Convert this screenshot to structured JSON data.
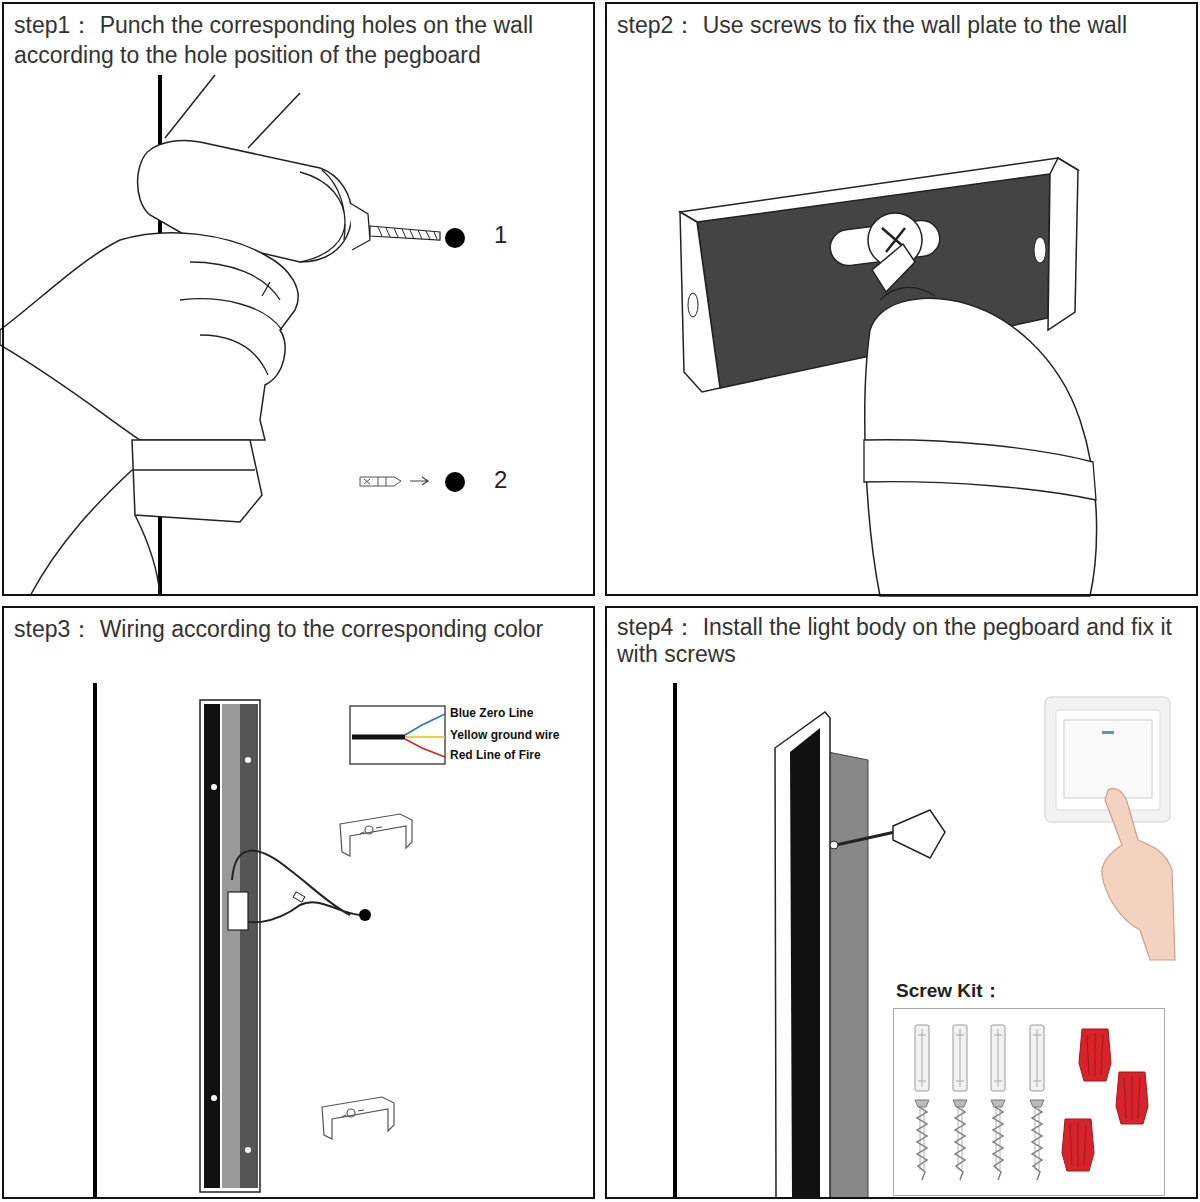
{
  "diagram": {
    "nodes": [
      {
        "text": [
          "step1： Punch the corresponding holes on the wall according to the hole position of the pegboard"
        ]
      },
      {
        "text": [
          "step2： Use screws to fix the wall plate to the wall"
        ]
      },
      {
        "text": [
          "step3： Wiring according to the corresponding color"
        ]
      },
      {
        "text": [
          "step4： Install the light body on the pegboard and fix it with screws"
        ]
      },
      {
        "text": [
          "Screw Kit："
        ],
        "in": 3
      }
    ],
    "labels": [
      "1",
      "2"
    ],
    "legend": [
      {
        "text": "Blue Zero Line"
      },
      {
        "text": "Yellow ground wire"
      },
      {
        "text": "Red Line of Fire"
      }
    ]
  }
}
